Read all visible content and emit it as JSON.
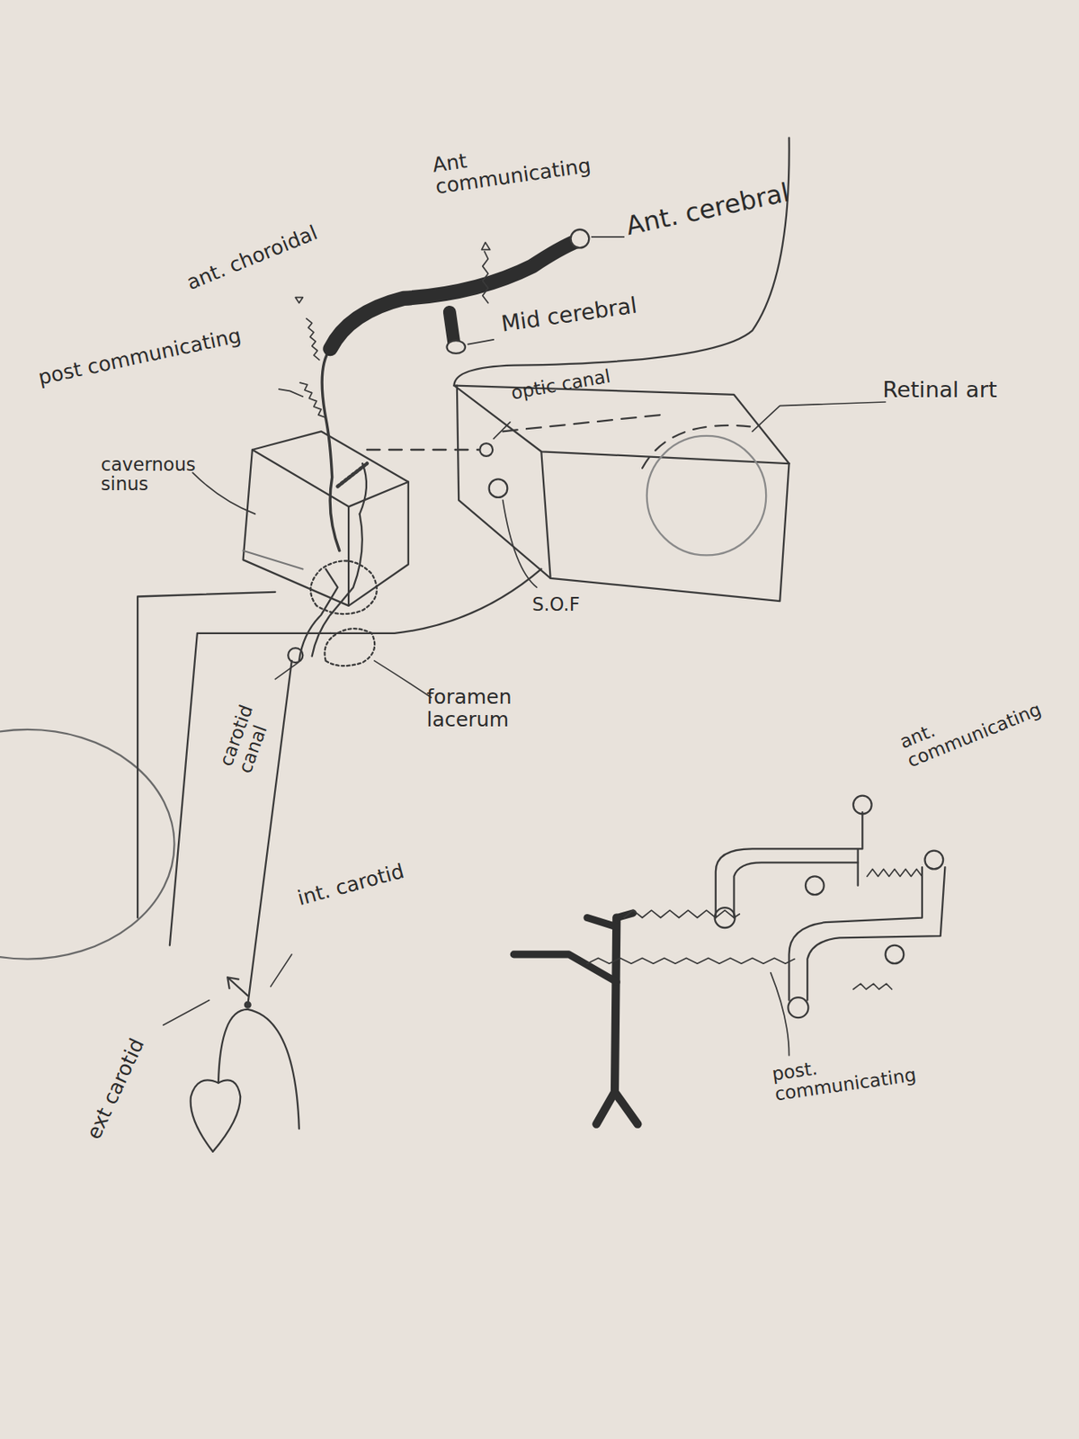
{
  "diagram": {
    "labels": [
      "Ant communicating",
      "Ant. cerebral",
      "ant. choroidal",
      "Mid cerebral",
      "post communicating",
      "optic canal",
      "Retinal art",
      "cavernous sinus",
      "S.O.F",
      "carotid canal",
      "foramen lacerum",
      "int. carotid",
      "ext carotid",
      "ant. communicating",
      "post. communicating"
    ]
  }
}
